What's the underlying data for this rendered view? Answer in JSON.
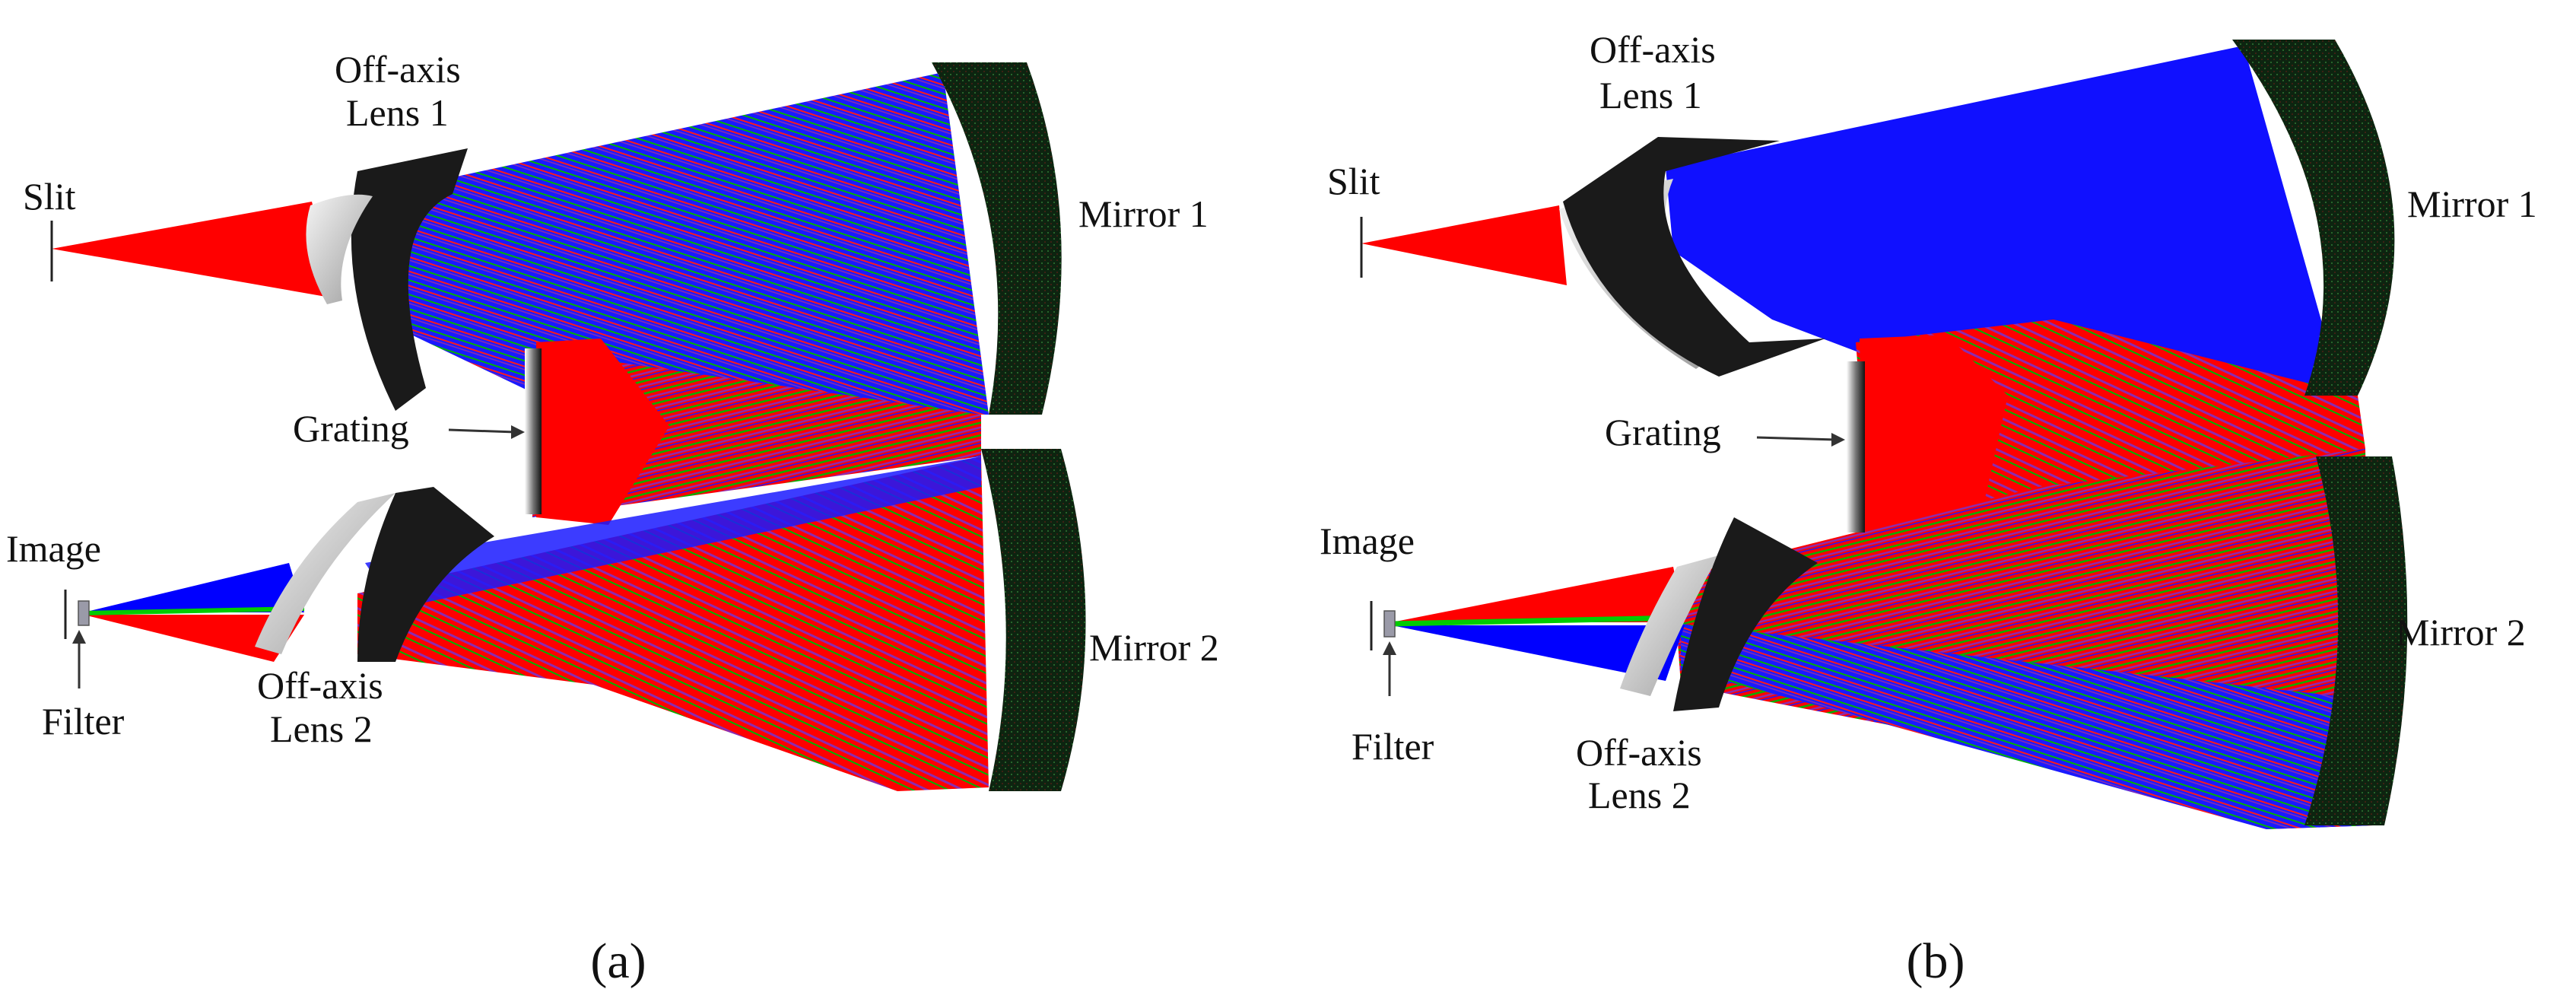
{
  "panels": [
    {
      "caption": "(a)",
      "labels": {
        "slit": "Slit",
        "lens1_line1": "Off-axis",
        "lens1_line2": "Lens 1",
        "mirror1": "Mirror 1",
        "grating": "Grating",
        "image": "Image",
        "filter": "Filter",
        "lens2_line1": "Off-axis",
        "lens2_line2": "Lens 2",
        "mirror2": "Mirror 2"
      }
    },
    {
      "caption": "(b)",
      "labels": {
        "slit": "Slit",
        "lens1_line1": "Off-axis",
        "lens1_line2": "Lens 1",
        "mirror1": "Mirror 1",
        "grating": "Grating",
        "image": "Image",
        "filter": "Filter",
        "lens2_line1": "Off-axis",
        "lens2_line2": "Lens 2",
        "mirror2": "Mirror 2"
      }
    }
  ],
  "colors": {
    "ray_red": "#ff0000",
    "ray_blue": "#0000ff",
    "ray_green": "#00cc00",
    "ray_purple": "#8b2cb0",
    "mirror": "#0d2410",
    "lens_dark": "#1a1a1a",
    "lens_light": "#e6e6e6",
    "text": "#111111"
  }
}
